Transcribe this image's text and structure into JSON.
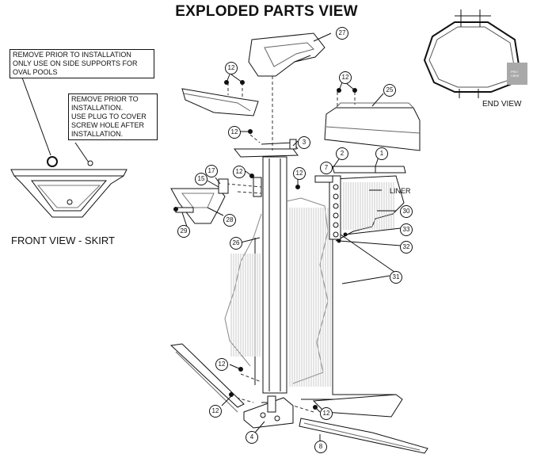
{
  "title": "EXPLODED PARTS VIEW",
  "notes": {
    "oval": [
      "REMOVE PRIOR TO INSTALLATION",
      "ONLY USE ON SIDE SUPPORTS FOR",
      "OVAL POOLS"
    ],
    "plug": [
      "REMOVE PRIOR TO",
      "INSTALLATION.",
      "USE PLUG TO COVER",
      "SCREW HOLE AFTER",
      "INSTALLATION."
    ]
  },
  "captions": {
    "front_view": "FRONT VIEW - SKIRT",
    "end_view": "END VIEW",
    "liner": "LINER",
    "badge": "PRO VIEW"
  },
  "callouts": {
    "c27": "27",
    "c12a": "12",
    "c12b": "12",
    "c25": "25",
    "c12c": "12",
    "c3": "3",
    "c2": "2",
    "c1": "1",
    "c17": "17",
    "c15": "15",
    "c12d": "12",
    "c12e": "12",
    "c7": "7",
    "c28": "28",
    "c29": "29",
    "c26": "26",
    "c30": "30",
    "c33": "33",
    "c32": "32",
    "c31": "31",
    "c12f": "12",
    "c12g": "12",
    "c12h": "12",
    "c4": "4",
    "c8": "8"
  },
  "colors": {
    "line": "#111111",
    "fill": "#ffffff",
    "shade": "#cccccc",
    "badge": "#a9a9a9"
  }
}
